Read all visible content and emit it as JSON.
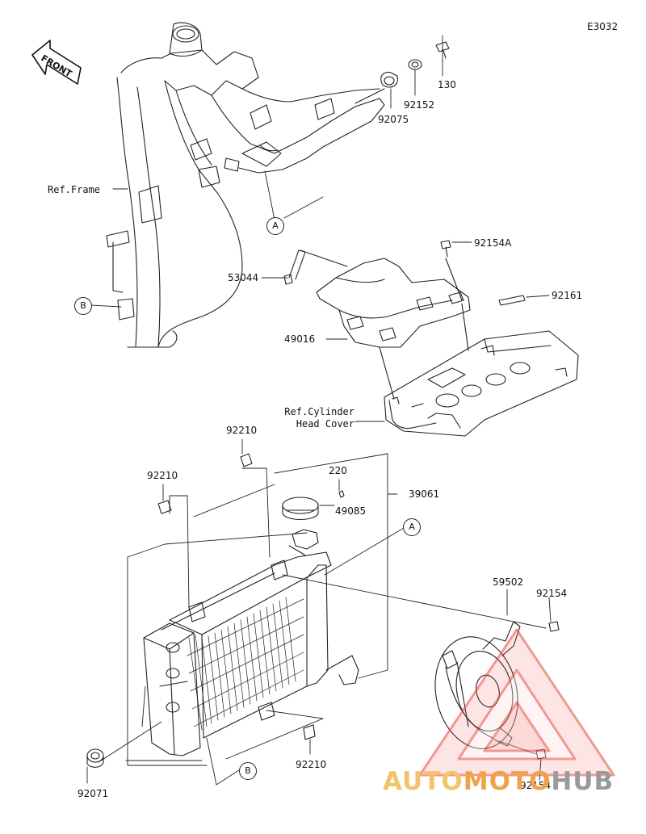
{
  "diagram_code": "E3032",
  "front_label": "FRONT",
  "part_labels": {
    "p130": "130",
    "p92152": "92152",
    "p92075": "92075",
    "ref_frame": "Ref.Frame",
    "p92154a": "92154A",
    "p53044": "53044",
    "p92161": "92161",
    "p49016": "49016",
    "ref_cyl_1": "Ref.Cylinder",
    "ref_cyl_2": "Head Cover",
    "p92210_top": "92210",
    "p92210_left": "92210",
    "p220": "220",
    "p39061": "39061",
    "p49085": "49085",
    "p59502": "59502",
    "p92154_top": "92154",
    "p92210_bottom": "92210",
    "p92071": "92071",
    "p92154_bottom": "92154"
  },
  "callouts": {
    "a_top": "A",
    "b_left": "B",
    "a_right": "A",
    "b_bottom": "B"
  },
  "watermark": {
    "part1": "AUTO",
    "part2": "MOTO",
    "part3": "HUB",
    "colors": {
      "triangle": "#e8453c",
      "text_yellow": "#f2c36a",
      "text_orange": "#f0a24a",
      "text_gray": "#9a9a9a"
    }
  }
}
